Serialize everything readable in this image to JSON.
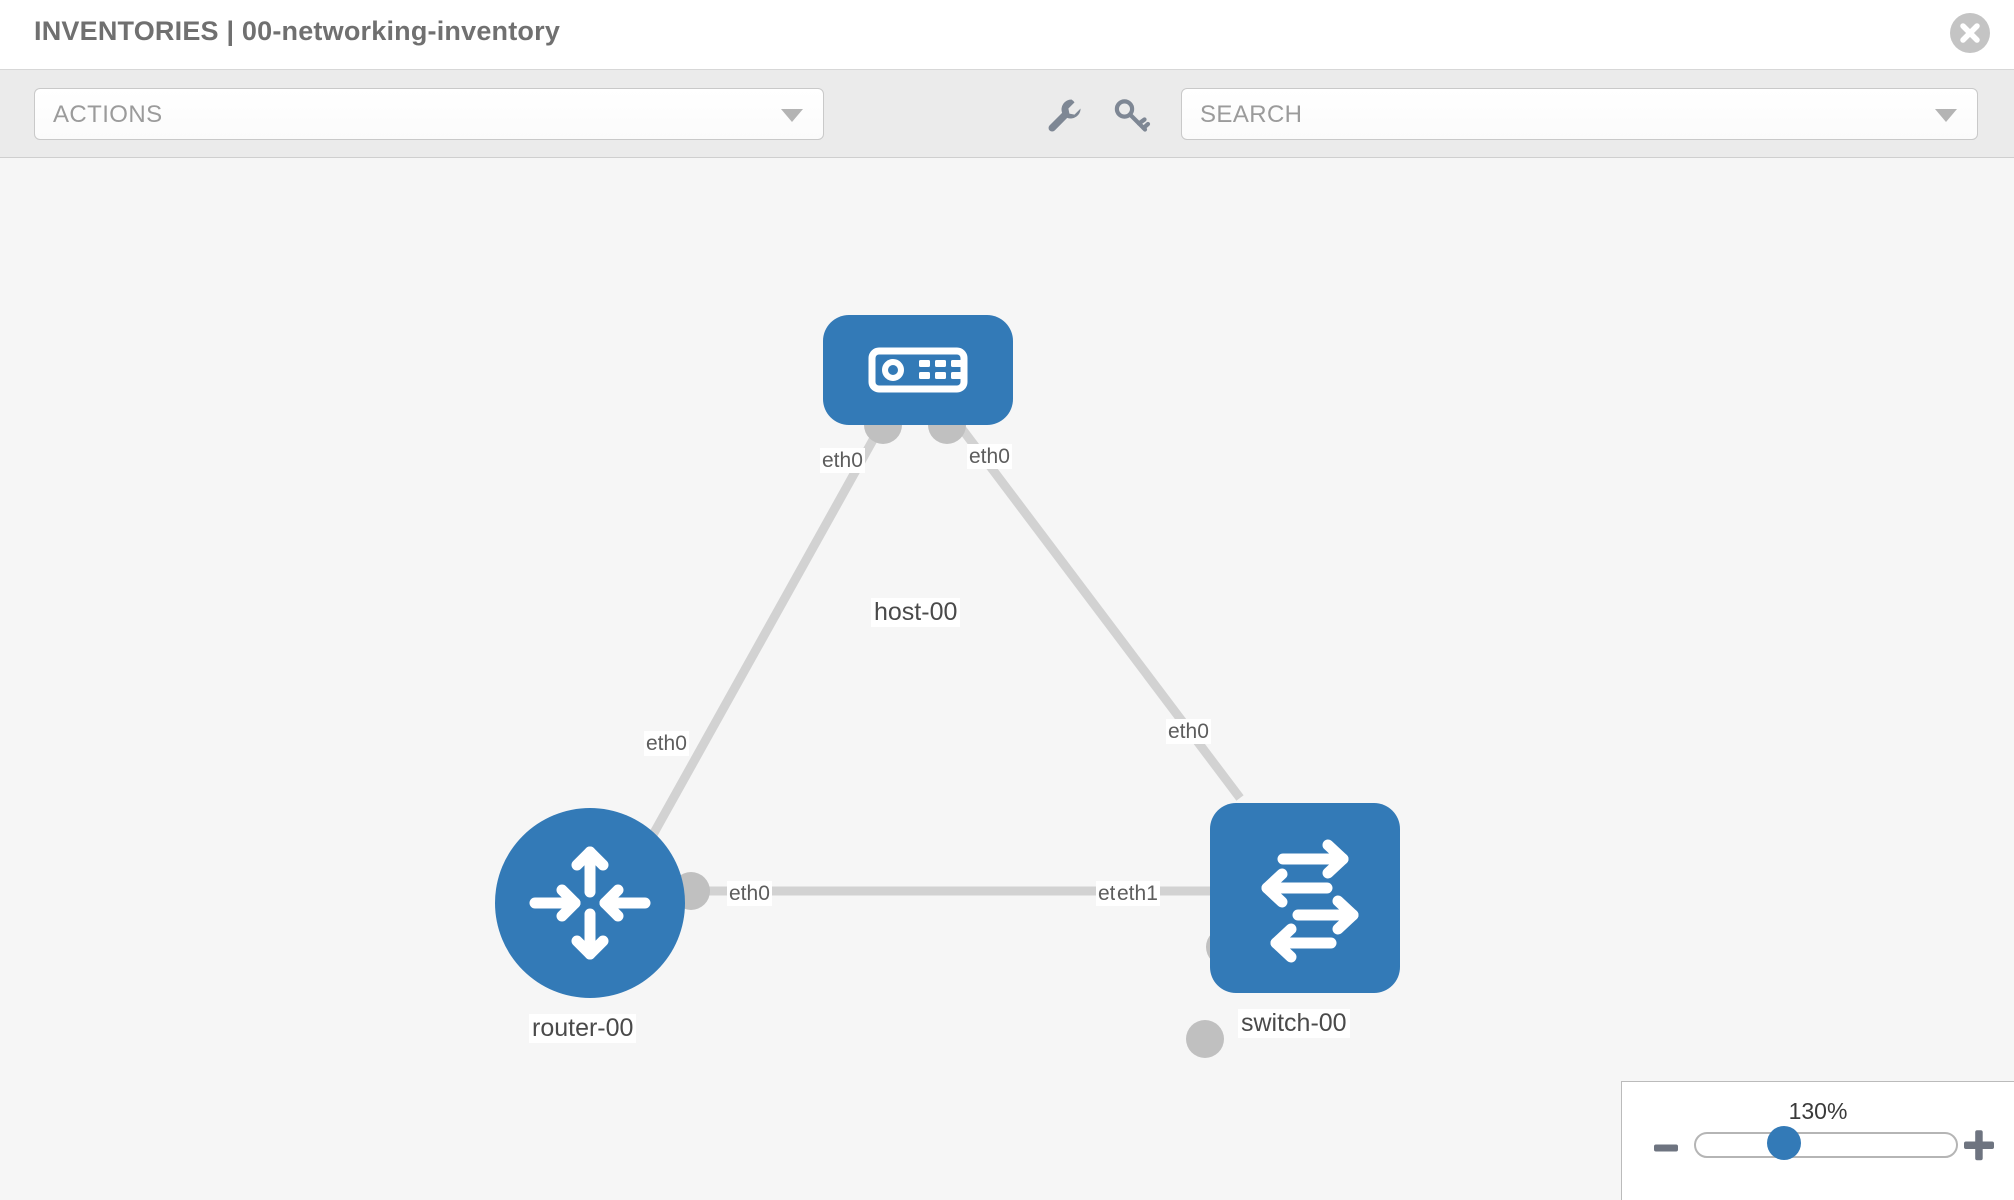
{
  "header": {
    "breadcrumb": "INVENTORIES | 00-networking-inventory",
    "close_icon": "close-circle-icon"
  },
  "toolbar": {
    "actions_label": "ACTIONS",
    "actions_caret_icon": "chevron-down-icon",
    "wrench_icon": "wrench-icon",
    "key_icon": "key-icon",
    "search_placeholder": "SEARCH",
    "search_value": "",
    "search_caret_icon": "chevron-down-icon"
  },
  "topology": {
    "accent_color": "#337ab7",
    "link_color": "#d2d2d2",
    "nub_color": "#c0c0c0",
    "nodes": [
      {
        "id": "host-00",
        "label": "host-00",
        "type": "host",
        "icon": "server-device-icon"
      },
      {
        "id": "router-00",
        "label": "router-00",
        "type": "router",
        "icon": "four-arrows-inward-icon"
      },
      {
        "id": "switch-00",
        "label": "switch-00",
        "type": "switch",
        "icon": "bidirectional-arrows-icon"
      }
    ],
    "links": [
      {
        "from": "host-00",
        "from_port": "eth0",
        "to": "router-00",
        "to_port": "eth0"
      },
      {
        "from": "host-00",
        "from_port": "eth0",
        "to": "switch-00",
        "to_port": "eth0"
      },
      {
        "from": "router-00",
        "from_port": "eth0",
        "to": "switch-00",
        "to_port": "eth1"
      }
    ],
    "port_labels": {
      "host_left": "eth0",
      "host_right": "eth0",
      "router_upper": "eth0",
      "switch_upper": "eth0",
      "router_right": "eth0",
      "switch_left_hidden": "eth0",
      "switch_left": "eth1"
    }
  },
  "zoom_control": {
    "value_label": "130%",
    "minus_icon": "minus-icon",
    "plus_icon": "plus-icon",
    "slider_name": "zoom-slider"
  }
}
